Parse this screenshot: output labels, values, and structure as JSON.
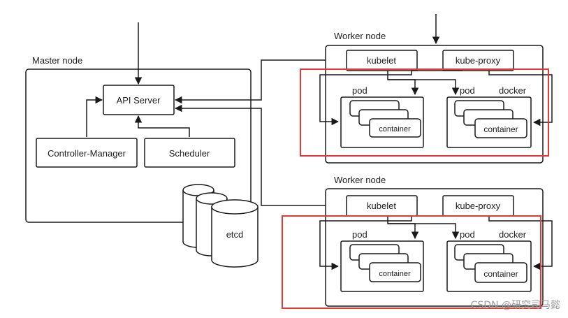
{
  "master": {
    "title": "Master node",
    "api_server": "API Server",
    "controller_manager": "Controller-Manager",
    "scheduler": "Scheduler",
    "etcd": "etcd"
  },
  "workers": [
    {
      "title": "Worker node",
      "kubelet": "kubelet",
      "kube_proxy": "kube-proxy",
      "pods": [
        {
          "label": "pod",
          "container": "container"
        },
        {
          "label": "pod",
          "container": "container",
          "runtime": "docker"
        }
      ]
    },
    {
      "title": "Worker node",
      "kubelet": "kubelet",
      "kube_proxy": "kube-proxy",
      "pods": [
        {
          "label": "pod",
          "container": "container"
        },
        {
          "label": "pod",
          "container": "container",
          "runtime": "docker"
        }
      ]
    }
  ],
  "watermark": "CSDN @研究司马懿",
  "colors": {
    "line": "#1a1a1a",
    "highlight": "#e53935",
    "background": "#ffffff",
    "watermark": "#9a9a9a"
  }
}
